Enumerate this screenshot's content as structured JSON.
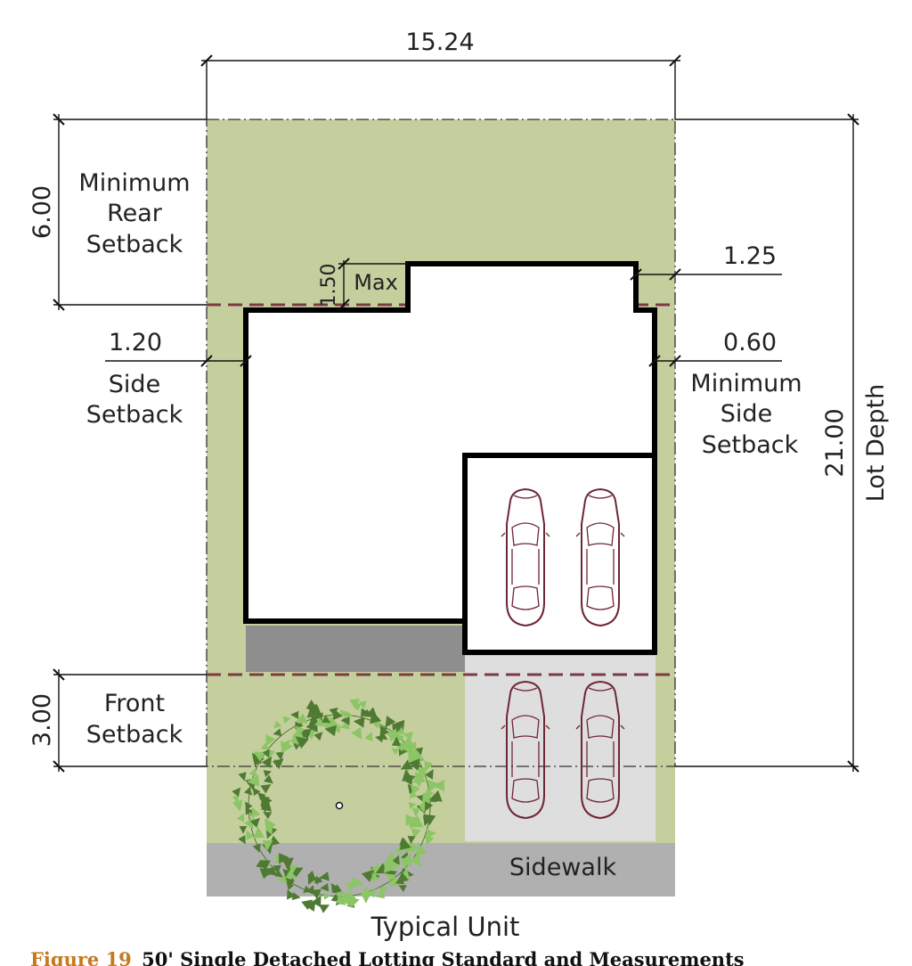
{
  "dimensions": {
    "lot_width": "15.24",
    "rear_setback": "6.00",
    "max_projection": "1.50",
    "upper_side_offset": "1.25",
    "left_side_setback": "1.20",
    "right_side_setback": "0.60",
    "lot_depth": "21.00",
    "front_setback": "3.00"
  },
  "labels": {
    "rear_setback": [
      "Minimum",
      "Rear",
      "Setback"
    ],
    "max": "Max",
    "left_side": [
      "Side",
      "Setback"
    ],
    "right_side": [
      "Minimum",
      "Side",
      "Setback"
    ],
    "lot_depth": "Lot Depth",
    "front_setback": [
      "Front",
      "Setback"
    ],
    "sidewalk": "Sidewalk",
    "unit": "Typical Unit"
  },
  "caption": {
    "number": "Figure 19",
    "title": "50' Single Detached Lotting Standard and Measurements"
  },
  "colors": {
    "lot": "#c5cf9d",
    "setback_line": "#7d3a45",
    "porch": "#8e8e8e",
    "driveway": "#dedede",
    "sidewalk": "#b0b0b0",
    "car": "#6e2734",
    "tree_dark": "#4f7a33",
    "tree_light": "#8cc566",
    "caption_number": "#c47a1e"
  },
  "icons": [
    "car-icon",
    "tree-icon"
  ]
}
